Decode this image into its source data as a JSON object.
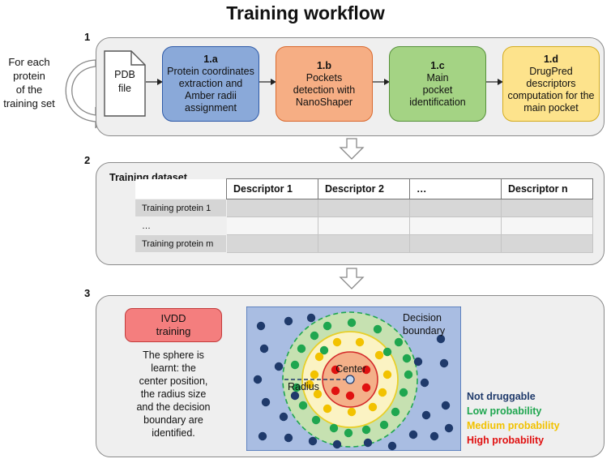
{
  "title": "Training workflow",
  "colors": {
    "step_a": "#8aa9d9",
    "step_b": "#f6ae84",
    "step_c": "#a4d384",
    "step_d": "#fde38c",
    "not_druggable": "#1f3a6b",
    "low": "#1fa64f",
    "medium": "#f2c200",
    "high": "#e01010"
  },
  "icons": [
    "circular-arrow-icon",
    "document-icon",
    "down-arrow-icon"
  ],
  "section1": {
    "number": "1",
    "side_text": [
      "For each",
      "protein",
      "of the",
      "training set"
    ],
    "pdb_label": [
      "PDB",
      "file"
    ],
    "steps": [
      {
        "label": "1.a",
        "text": [
          "Protein coordinates",
          "extraction and",
          "Amber radii",
          "assignment"
        ]
      },
      {
        "label": "1.b",
        "text": [
          "Pockets",
          "detection with",
          "NanoShaper"
        ]
      },
      {
        "label": "1.c",
        "text": [
          "Main",
          "pocket",
          "identification"
        ]
      },
      {
        "label": "1.d",
        "text": [
          "DrugPred",
          "descriptors",
          "computation for the",
          "main pocket"
        ]
      }
    ]
  },
  "section2": {
    "number": "2",
    "title": "Training dataset",
    "columns": [
      "Descriptor 1",
      "Descriptor 2",
      "…",
      "Descriptor n"
    ],
    "rows": [
      "Training protein 1",
      "…",
      "Training protein m"
    ]
  },
  "section3": {
    "number": "3",
    "ivdd_label": [
      "IVDD",
      "training"
    ],
    "description": [
      "The sphere is",
      "learnt: the",
      "center position,",
      "the radius size",
      "and the decision",
      "boundary are",
      "identified."
    ],
    "center_label": "Center",
    "radius_label": "Radius",
    "boundary_label": [
      "Decision",
      "boundary"
    ],
    "legend": [
      "Not druggable",
      "Low probability",
      "Medium probability",
      "High probability"
    ]
  }
}
